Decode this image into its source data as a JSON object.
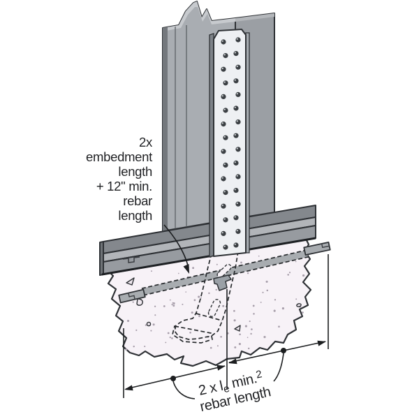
{
  "annotations": {
    "embedment": {
      "lines": [
        "2x",
        "embedment",
        "length",
        "+ 12\" min.",
        "rebar",
        "length"
      ]
    },
    "rebar_length": {
      "part1": "2 x l",
      "sub": "e",
      "part2": " min.",
      "footnote": "2",
      "line2": "rebar length"
    }
  },
  "colors": {
    "background": "#ffffff",
    "steel_gray": "#a9adb2",
    "steel_side": "#9b9fa4",
    "steel_dark_edge": "#74787d",
    "steel_top_highlight": "#c7cace",
    "track_front": "#979ba0",
    "track_top": "#b2b5b9",
    "track_lip": "#84888d",
    "strap_face": "#eef0f3",
    "strap_left_edge": "#7e8389",
    "strap_right_edge": "#a6abb0",
    "embedded_strap": "#cfd8e0",
    "embedded_foot": "#c3cdd5",
    "rebar_gray": "#a8acb0",
    "concrete_fill": "#f7f2f7",
    "speckle": "#a89fab",
    "line": "#26292c",
    "text": "#1f2023"
  }
}
